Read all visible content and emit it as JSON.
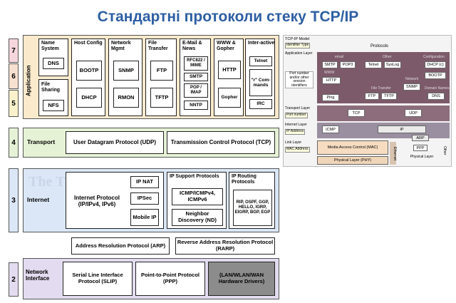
{
  "title": "Стандартні протоколи стеку TCP/IP",
  "layers": {
    "n7": "7",
    "n6": "6",
    "n5": "5",
    "n4": "4",
    "n3": "3",
    "n2": "2",
    "application": "Application",
    "transport": "Transport",
    "internet": "Internet",
    "network_interface": "Network Interface"
  },
  "app": {
    "name_system": "Name System",
    "dns": "DNS",
    "file_sharing": "File Sharing",
    "nfs": "NFS",
    "host_config": "Host Config",
    "bootp": "BOOTP",
    "dhcp": "DHCP",
    "network_mgmt": "Network Mgmt",
    "snmp": "SNMP",
    "rmon": "RMON",
    "file_transfer": "File Transfer",
    "ftp": "FTP",
    "tftp": "TFTP",
    "email_news": "E-Mail & News",
    "rfc822": "RFC822 / MIME",
    "smtp": "SMTP",
    "pop_imap": "POP / IMAP",
    "nntp": "NNTP",
    "www_gopher": "WWW & Gopher",
    "http": "HTTP",
    "gopher": "Gopher",
    "interactive": "Inter-active",
    "telnet": "Telnet",
    "r_commands": "\"r\" Com-mands",
    "irc": "IRC"
  },
  "transport": {
    "udp": "User Datagram Protocol (UDP)",
    "tcp": "Transmission Control Protocol (TCP)"
  },
  "internet": {
    "ip": "Internet Protocol (IP/IPv4, IPv6)",
    "ipnat": "IP NAT",
    "ipsec": "IPSec",
    "mobile_ip": "Mobile IP",
    "support_title": "IP Support Protocols",
    "icmp": "ICMP/ICMPv4, ICMPv6",
    "nd": "Neighbor Discovery (ND)",
    "routing_title": "IP Routing Protocols",
    "routing_list": "RIP, OSPF, GGP, HELLO, IGRP, EIGRP, BGP, EGP",
    "arp": "Address Resolution Protocol (ARP)",
    "rarp": "Reverse Address Resolution Protocol (RARP)"
  },
  "netif": {
    "slip": "Serial Line Interface Protocol (SLIP)",
    "ppp": "Point-to-Point Protocol (PPP)",
    "drivers": "(LAN/WLAN/WAN Hardware Drivers)"
  },
  "watermark": "The TCP/IP Guide",
  "model": {
    "title": "TCP-IP Model",
    "identifier": "Identifier Type",
    "protocols": "Protocols",
    "app_layer": "Application Layer",
    "port_note": "Port number and/or other session identifiers",
    "email": "email",
    "other": "Other",
    "configuration": "Configuration",
    "smtp": "SMTP",
    "pop3": "POP3",
    "telnet": "Telnet",
    "syslog": "SysLog",
    "dhcpc": "DHCP (c)",
    "www": "WWW",
    "http": "HTTP",
    "bootp": "BOOTP",
    "file_transfer": "File Transfer",
    "network": "Network",
    "domain_names": "Domain Names",
    "ftp": "FTP",
    "tftp": "TFTP",
    "snmp": "SNMP",
    "dns": "DNS",
    "ping": "Ping",
    "transport_layer": "Transport Layer",
    "port_number": "Port number",
    "tcp": "TCP",
    "udp": "UDP",
    "internet_layer": "Internet Layer",
    "ip_address": "IP Address",
    "icmp": "ICMP",
    "ip": "IP",
    "arp": "ARP",
    "link_layer": "Link Layer",
    "mac_address": "MAC Address",
    "mac": "Media Access Control (MAC)",
    "phy": "Physical Layer (PHY)",
    "ethernet": "Ethernet",
    "ppp": "PPP",
    "physical_layer": "Physical Layer",
    "other_side": "Other"
  }
}
